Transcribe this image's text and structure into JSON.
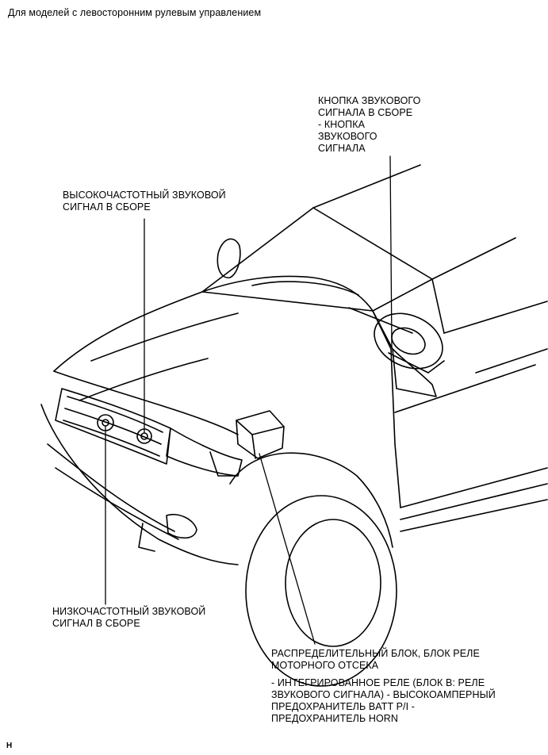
{
  "header": {
    "title": "Для моделей с левосторонним рулевым управлением"
  },
  "callouts": {
    "horn_button": {
      "lines": [
        "КНОПКА ЗВУКОВОГО",
        "СИГНАЛА В СБОРЕ",
        "- КНОПКА",
        "ЗВУКОВОГО",
        "СИГНАЛА"
      ]
    },
    "high_pitched_horn": {
      "lines": [
        "ВЫСОКОЧАСТОТНЫЙ ЗВУКОВОЙ",
        "СИГНАЛ В СБОРЕ"
      ]
    },
    "low_pitched_horn": {
      "lines": [
        "НИЗКОЧАСТОТНЫЙ ЗВУКОВОЙ",
        "СИГНАЛ В СБОРЕ"
      ]
    },
    "relay_block": {
      "lines": [
        "РАСПРЕДЕЛИТЕЛЬНЫЙ БЛОК, БЛОК РЕЛЕ",
        "МОТОРНОГО ОТСЕКА"
      ],
      "detail_lines": [
        "- ИНТЕГРИРОВАННОЕ РЕЛЕ (БЛОК В: РЕЛЕ",
        "ЗВУКОВОГО СИГНАЛА) - ВЫСОКОАМПЕРНЫЙ",
        "ПРЕДОХРАНИТЕЛЬ BATT P/I -",
        "ПРЕДОХРАНИТЕЛЬ HORN"
      ]
    }
  },
  "footer": {
    "code": "H"
  }
}
